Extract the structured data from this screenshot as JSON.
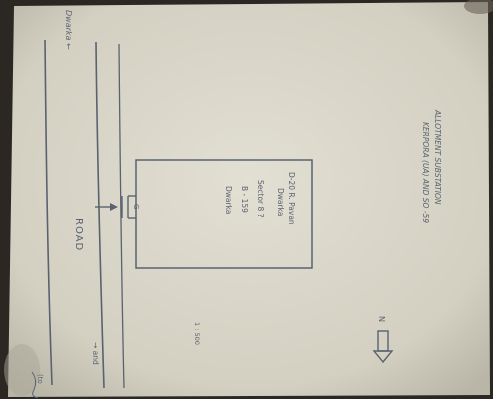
{
  "photo": {
    "subject": "Hand-drawn site plan on paper, photographed rotated 90 degrees",
    "heading_line1": "ALLOTMENT SUBSTATION",
    "heading_line2": "KERPORA (UA) AND SO -59",
    "plot_line1": "D-20 R. Pavan",
    "plot_line2": "Dwarka",
    "plot_line3": "Sector 8 ?",
    "plot_line4": "B - 159",
    "plot_line5": "Dwarka",
    "gate_label": "G",
    "road_label": "ROAD",
    "left_road_label": "Dwarka ←",
    "right_road_label": "→ and",
    "scale_note": "1 : 500",
    "north_label": "N",
    "corner_note": "(to",
    "colors": {
      "paper": "#d8d5c8",
      "ink": "#5a6270",
      "background": "#2b2723"
    }
  }
}
